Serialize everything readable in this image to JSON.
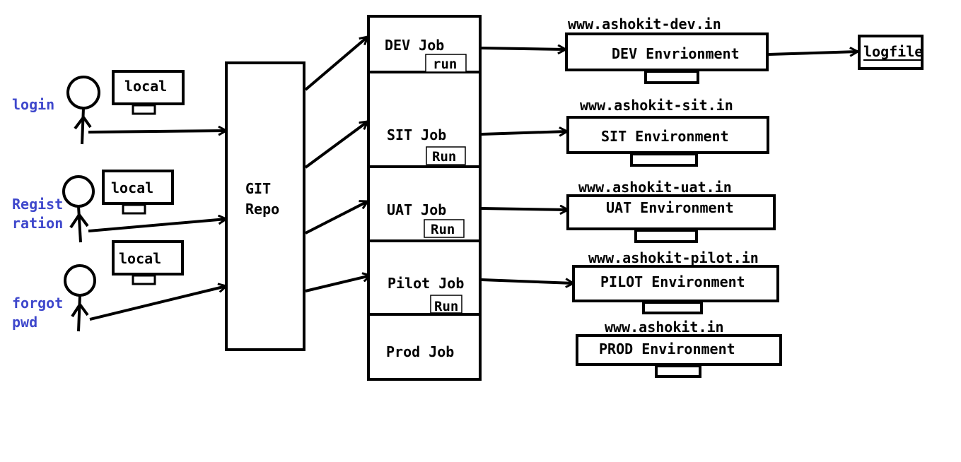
{
  "colors": {
    "ink": "#000000",
    "user_label": "#3f48cc",
    "background": "#ffffff"
  },
  "users": [
    {
      "label_lines": [
        "login"
      ],
      "machine": "local"
    },
    {
      "label_lines": [
        "Regist",
        "ration"
      ],
      "machine": "local"
    },
    {
      "label_lines": [
        "forgot",
        "pwd"
      ],
      "machine": "local"
    }
  ],
  "repo": {
    "lines": [
      "GIT",
      "Repo"
    ]
  },
  "jobs": [
    {
      "name": "DEV Job",
      "button": "run"
    },
    {
      "name": "SIT Job",
      "button": "Run"
    },
    {
      "name": "UAT Job",
      "button": "Run"
    },
    {
      "name": "Pilot Job",
      "button": "Run"
    },
    {
      "name": "Prod Job",
      "button": ""
    }
  ],
  "environments": [
    {
      "url": "www.ashokit-dev.in",
      "name": "DEV Envrionment"
    },
    {
      "url": "www.ashokit-sit.in",
      "name": "SIT Environment"
    },
    {
      "url": "www.ashokit-uat.in",
      "name": "UAT Environment"
    },
    {
      "url": "www.ashokit-pilot.in",
      "name": "PILOT Environment"
    },
    {
      "url": "www.ashokit.in",
      "name": "PROD Environment"
    }
  ],
  "logfile": {
    "label": "logfile"
  }
}
